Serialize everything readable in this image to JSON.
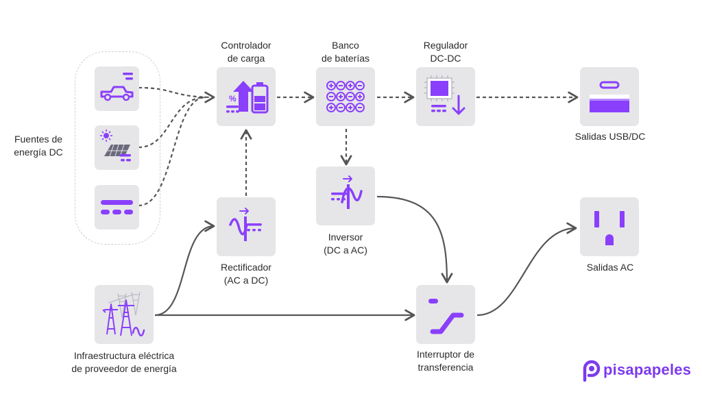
{
  "colors": {
    "accent": "#8a3ffc",
    "box_bg": "#e6e6e8",
    "connector": "#555555",
    "group_border": "#cfcfcf"
  },
  "nodes": {
    "fuentes": {
      "label": "Fuentes de\nenergía DC"
    },
    "controlador": {
      "label": "Controlador\nde carga",
      "icon": "charge-controller-icon"
    },
    "banco": {
      "label": "Banco\nde baterías",
      "icon": "battery-bank-icon"
    },
    "regulador": {
      "label": "Regulador\nDC-DC",
      "icon": "dc-dc-regulator-icon"
    },
    "salidas_usb": {
      "label": "Salidas USB/DC",
      "icon": "usb-port-icon"
    },
    "inversor": {
      "label": "Inversor\n(DC a AC)",
      "icon": "inverter-icon"
    },
    "rectificador": {
      "label": "Rectificador\n(AC a DC)",
      "icon": "rectifier-icon"
    },
    "salidas_ac": {
      "label": "Salidas AC",
      "icon": "ac-outlet-icon"
    },
    "infraestructura": {
      "label": "Infraestructura eléctrica\nde proveedor de energía",
      "icon": "power-grid-icon"
    },
    "interruptor": {
      "label": "Interruptor de\ntransferencia",
      "icon": "transfer-switch-icon"
    },
    "source_vehicle": {
      "icon": "vehicle-icon"
    },
    "source_solar": {
      "icon": "solar-panel-icon"
    },
    "source_dc": {
      "icon": "dc-symbol-icon"
    }
  },
  "brand": {
    "name": "pisapapeles",
    "icon": "pisapapeles-logo-icon"
  }
}
